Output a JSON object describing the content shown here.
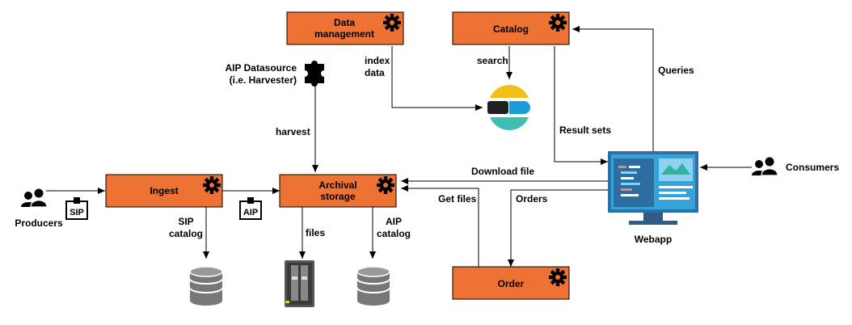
{
  "nodes": {
    "data_management": {
      "line1": "Data",
      "line2": "management"
    },
    "catalog": "Catalog",
    "ingest": "Ingest",
    "archival_storage": {
      "line1": "Archival",
      "line2": "storage"
    },
    "order": "Order",
    "webapp": "Webapp",
    "producers": "Producers",
    "consumers": "Consumers",
    "aip_datasource": {
      "line1": "AIP Datasource",
      "line2": "(i.e. Harvester)"
    }
  },
  "badges": {
    "sip": "SIP",
    "aip": "AIP"
  },
  "edges": {
    "index_data": {
      "line1": "index",
      "line2": "data"
    },
    "search": "search",
    "harvest": "harvest",
    "queries": "Queries",
    "result_sets": "Result sets",
    "download_file": "Download file",
    "get_files": "Get files",
    "orders": "Orders",
    "sip_catalog": {
      "line1": "SIP",
      "line2": "catalog"
    },
    "files": "files",
    "aip_catalog": {
      "line1": "AIP",
      "line2": "catalog"
    }
  },
  "colors": {
    "box_fill": "#ED7234",
    "stroke": "#000000",
    "screen": "#1B9BD7",
    "elastic_yellow": "#F0BF1A",
    "elastic_teal": "#3EBEB0"
  }
}
